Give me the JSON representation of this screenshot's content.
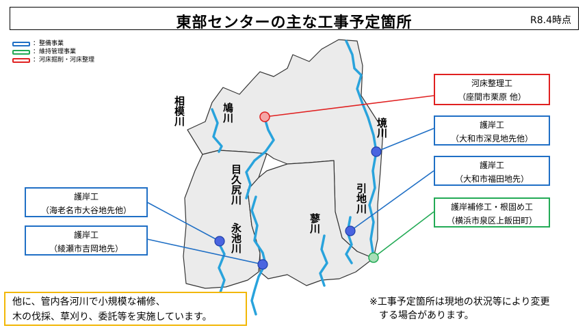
{
  "header": {
    "title": "東部センターの主な工事予定箇所",
    "date": "R8.4時点"
  },
  "legend": [
    {
      "label": "：整備事業",
      "color": "#1f6fc5"
    },
    {
      "label": "：維持管理事業",
      "color": "#22aa55"
    },
    {
      "label": "：河床掘削・河床整理",
      "color": "#e02020"
    }
  ],
  "rivers": {
    "sagami": "相模川",
    "hato": "鳩川",
    "sakai": "境川",
    "mekujiri": "目久尻川",
    "hikiji": "引地川",
    "nagaike": "永池川",
    "tade": "蓼川"
  },
  "callouts": {
    "zama": {
      "line1": "河床整理工",
      "line2": "（座間市栗原 他）",
      "color": "#e02020"
    },
    "fukami": {
      "line1": "護岸工",
      "line2": "（大和市深見地先他）",
      "color": "#1f6fc5"
    },
    "fukuda": {
      "line1": "護岸工",
      "line2": "（大和市福田地先）",
      "color": "#1f6fc5"
    },
    "iida": {
      "line1": "護岸補修工・根固め工",
      "line2": "（横浜市泉区上飯田町）",
      "color": "#22aa55"
    },
    "ebina": {
      "line1": "護岸工",
      "line2": "（海老名市大谷地先他）",
      "color": "#1f6fc5"
    },
    "ayase": {
      "line1": "護岸工",
      "line2": "（綾瀬市吉岡地先）",
      "color": "#1f6fc5"
    }
  },
  "notes": {
    "box_line1": "他に、管内各河川で小規模な補修、",
    "box_line2": "木の伐採、草刈り、委託等を実施しています。",
    "right_line1": "※工事予定箇所は現地の状況等により変更",
    "right_line2": "する場合があります。"
  }
}
